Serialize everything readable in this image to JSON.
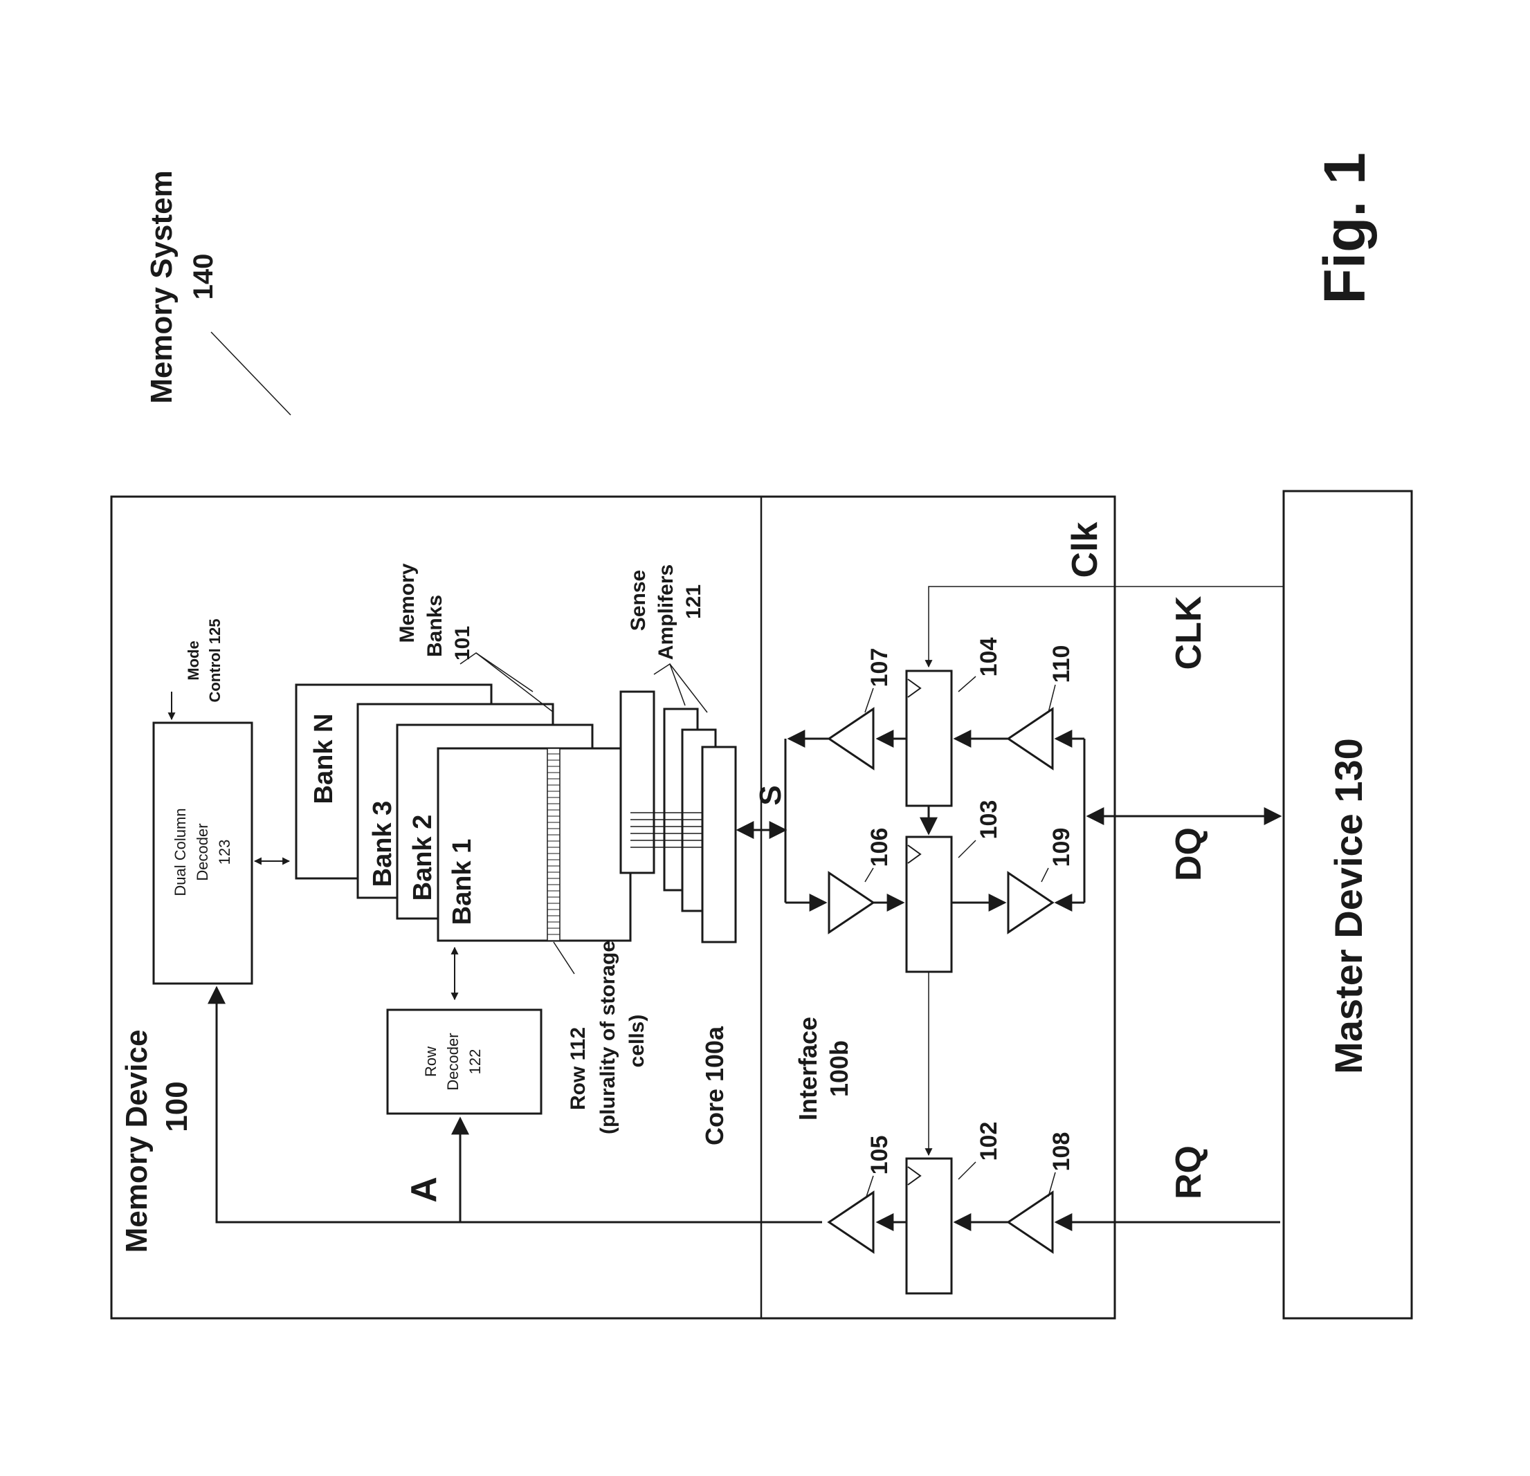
{
  "labels": {
    "memory_system": "Memory System",
    "memory_system_num": "140",
    "memory_device": "Memory Device",
    "memory_device_num": "100",
    "dual_col_1": "Dual Column",
    "dual_col_2": "Decoder",
    "dual_col_3": "123",
    "mode_control_1": "Mode",
    "mode_control_2": "Control 125",
    "memory_banks_1": "Memory",
    "memory_banks_2": "Banks",
    "memory_banks_3": "101",
    "bank_n": "Bank N",
    "bank_3": "Bank 3",
    "bank_2": "Bank 2",
    "bank_1": "Bank 1",
    "sense_amp_1": "Sense",
    "sense_amp_2": "Amplifers",
    "sense_amp_3": "121",
    "row_decoder_1": "Row",
    "row_decoder_2": "Decoder",
    "row_decoder_3": "122",
    "row_112_1": "Row 112",
    "row_112_2": "(plurality of storage",
    "row_112_3": "cells)",
    "core": "Core 100a",
    "interface_1": "Interface",
    "interface_2": "100b",
    "sig_a": "A",
    "sig_s": "S",
    "clk_inner": "Clk",
    "clk": "CLK",
    "dq": "DQ",
    "rq": "RQ",
    "master_device": "Master Device 130",
    "fig": "Fig. 1",
    "ref_102": "102",
    "ref_103": "103",
    "ref_104": "104",
    "ref_105": "105",
    "ref_106": "106",
    "ref_107": "107",
    "ref_108": "108",
    "ref_109": "109",
    "ref_110": "110"
  }
}
